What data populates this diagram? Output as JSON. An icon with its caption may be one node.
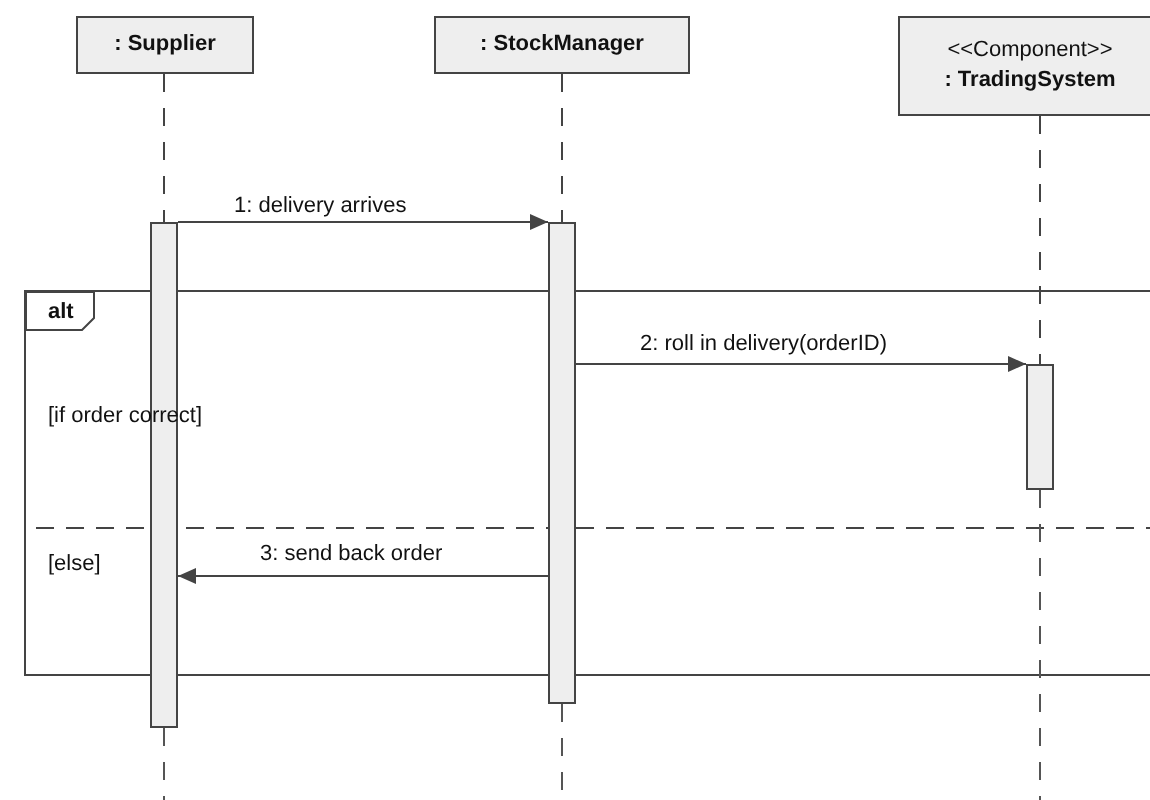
{
  "diagram": {
    "nodes": [
      {
        "text": [
          ": Supplier"
        ]
      },
      {
        "text": [
          ": StockManager"
        ]
      },
      {
        "text": [
          "<<Component>>",
          ": TradingSystem"
        ]
      },
      {
        "text": [
          "alt",
          "[if order correct]",
          "[else]"
        ]
      },
      {
        "text": [],
        "shape": "bar"
      },
      {
        "text": [],
        "shape": "bar"
      },
      {
        "text": [],
        "shape": "bar",
        "in": 3
      }
    ],
    "edges": [
      {
        "from": 0,
        "to": 4,
        "arrow": "none",
        "style": "dashed"
      },
      {
        "from": 1,
        "to": 5,
        "arrow": "none",
        "style": "dashed"
      },
      {
        "from": 2,
        "to": 6,
        "arrow": "none",
        "style": "dashed"
      },
      {
        "from": 4,
        "to": 5,
        "arrow": "to",
        "label": "1: delivery arrives"
      },
      {
        "from": 5,
        "to": 6,
        "arrow": "to",
        "label": "2: roll in delivery(orderID)"
      },
      {
        "from": 5,
        "to": 4,
        "arrow": "to",
        "label": "3: send back order"
      }
    ]
  }
}
